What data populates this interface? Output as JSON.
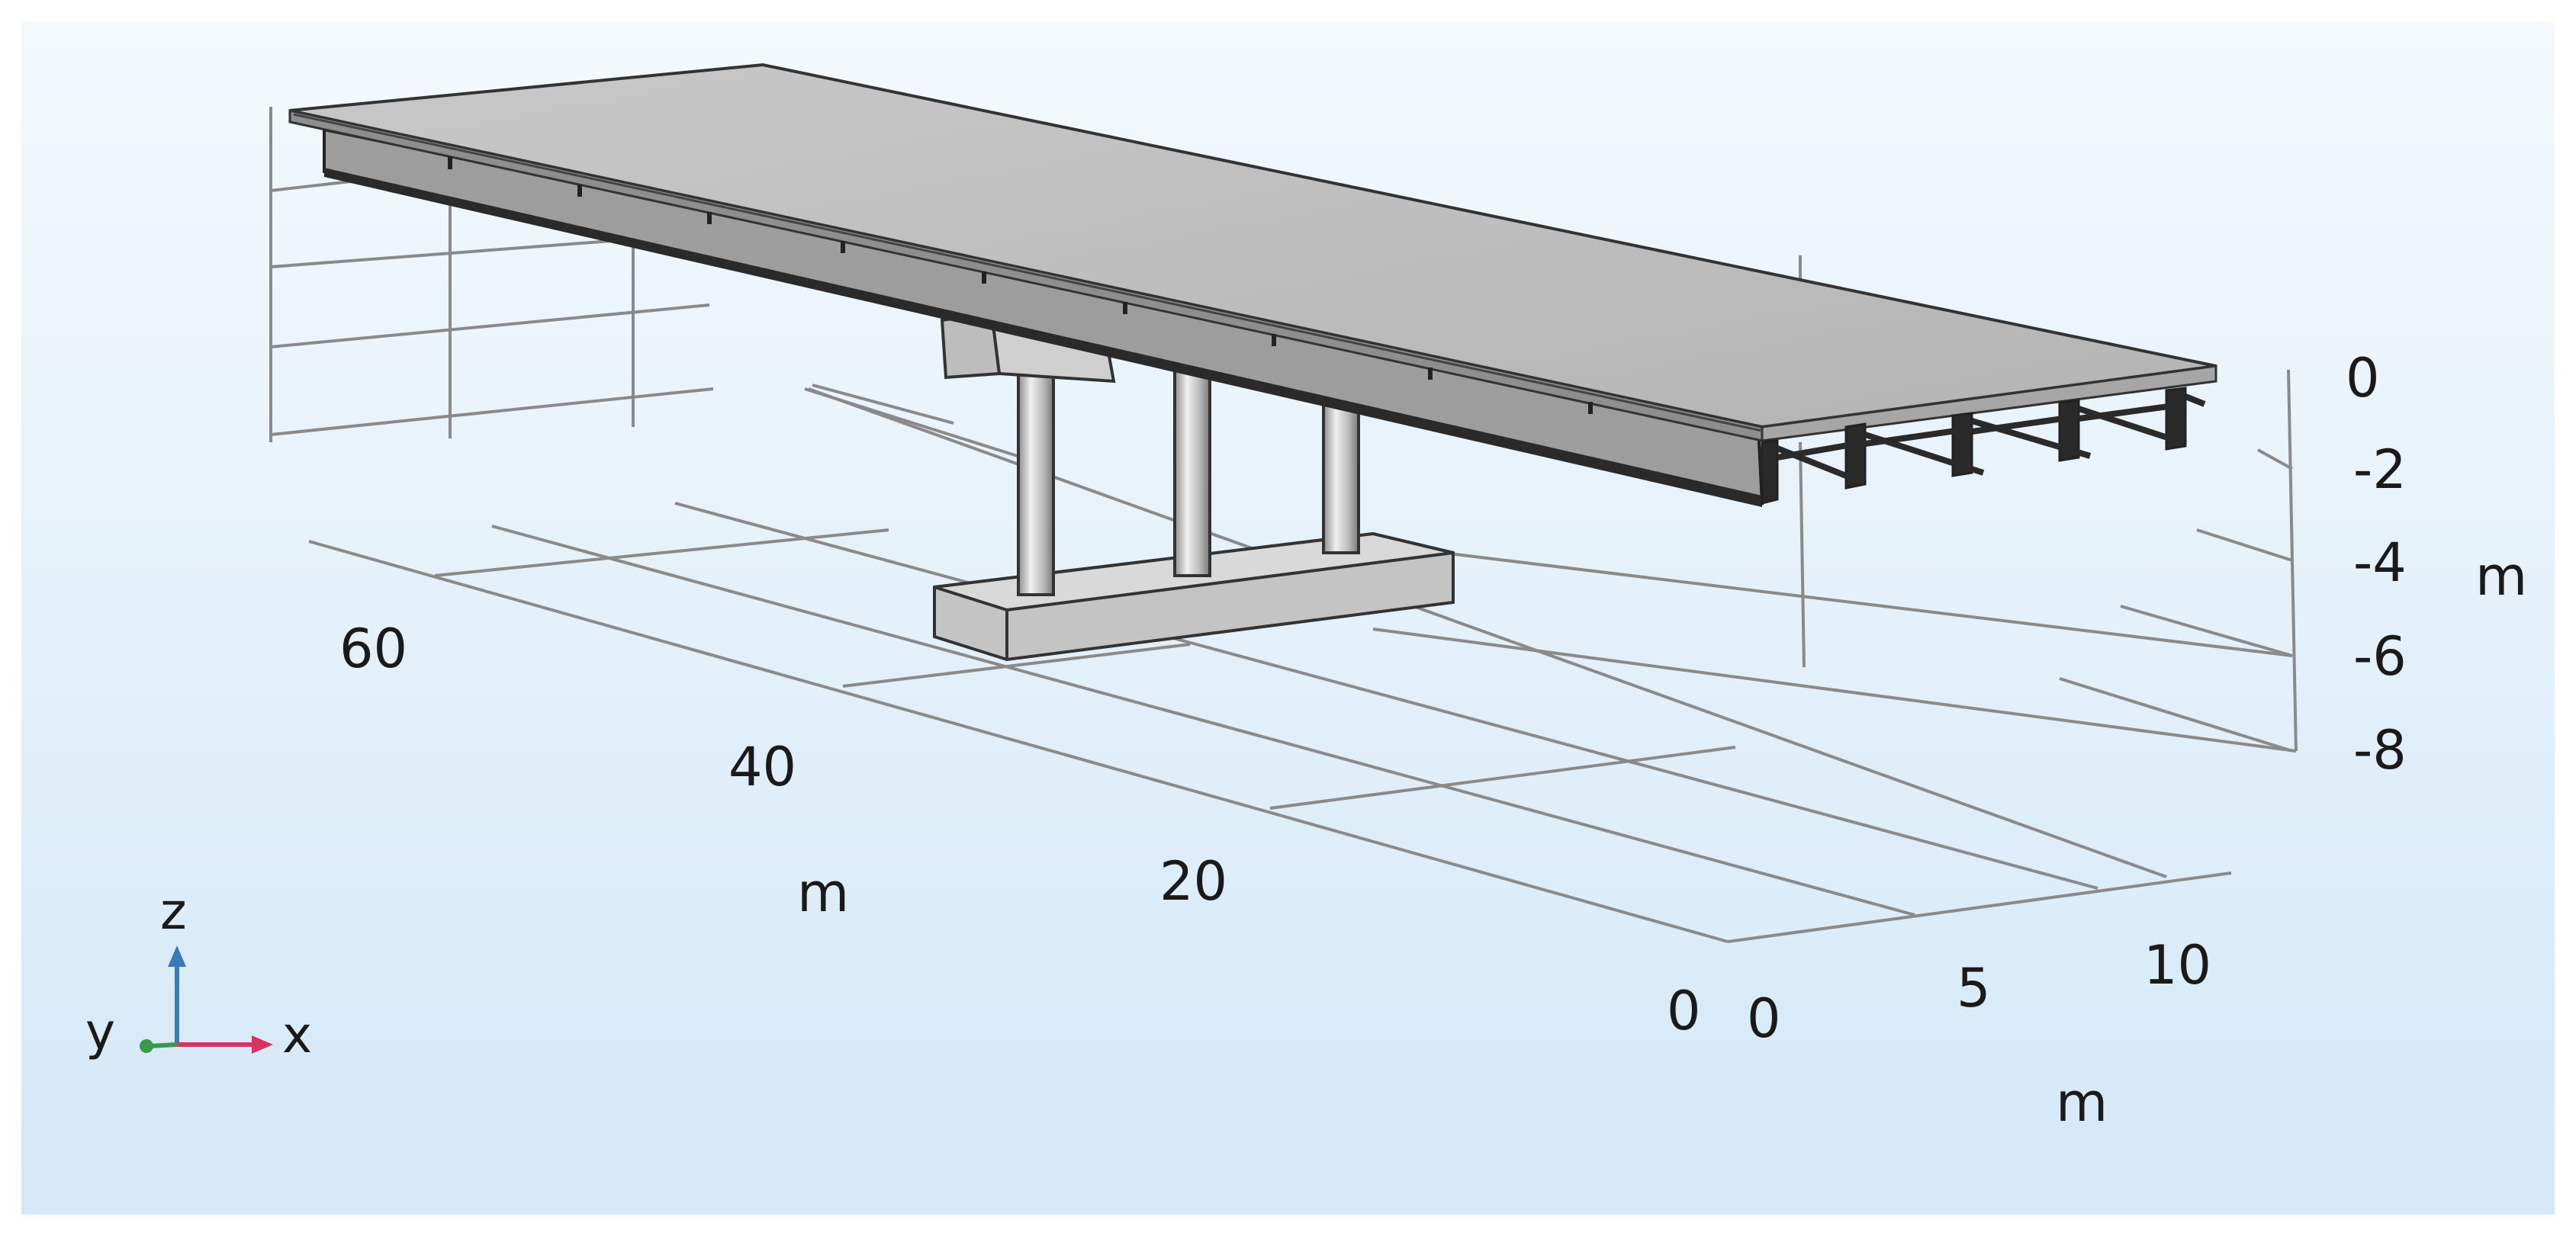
{
  "axes": {
    "z": {
      "ticks": [
        "0",
        "-2",
        "-4",
        "-6",
        "-8"
      ],
      "unit": "m"
    },
    "y": {
      "ticks": [
        "60",
        "40",
        "20",
        "0"
      ],
      "unit": "m"
    },
    "x": {
      "ticks": [
        "0",
        "5",
        "10"
      ],
      "unit": "m"
    }
  },
  "triad": {
    "z": "z",
    "y": "y",
    "x": "x"
  },
  "colors": {
    "background_top": "#f2f8fc",
    "background_bottom": "#d6e9f7",
    "deck": "#bdbdbd",
    "grid": "#808080",
    "triad_z": "#3a7ab8",
    "triad_x": "#d9345f",
    "triad_y": "#3a9a4a"
  }
}
